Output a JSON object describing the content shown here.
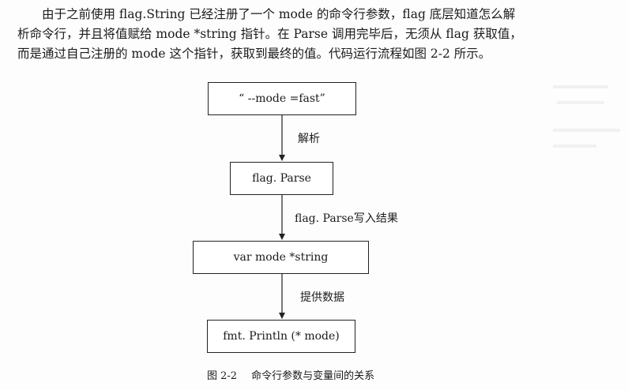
{
  "paragraph": {
    "lines": [
      "由于之前使用 flag.String 已经注册了一个 mode 的命令行参数，flag 底层知道怎么解",
      "析命令行，并且将值赋给 mode *string 指针。在 Parse 调用完毕后，无须从 flag 获取值，",
      "而是通过自己注册的 mode 这个指针，获取到最终的值。代码运行流程如图 2-2 所示。"
    ]
  },
  "flowchart": {
    "nodes": [
      {
        "id": "input",
        "label": "“ --mode =fast”"
      },
      {
        "id": "parse",
        "label": "flag. Parse"
      },
      {
        "id": "var",
        "label": "var mode *string"
      },
      {
        "id": "println",
        "label": "fmt. Println (* mode)"
      }
    ],
    "edges": [
      {
        "from": "input",
        "to": "parse",
        "label": "解析"
      },
      {
        "from": "parse",
        "to": "var",
        "label": "flag. Parse写入结果"
      },
      {
        "from": "var",
        "to": "println",
        "label": "提供数据"
      }
    ]
  },
  "caption": {
    "figure_number": "图 2-2",
    "title": "命令行参数与变量间的关系"
  }
}
